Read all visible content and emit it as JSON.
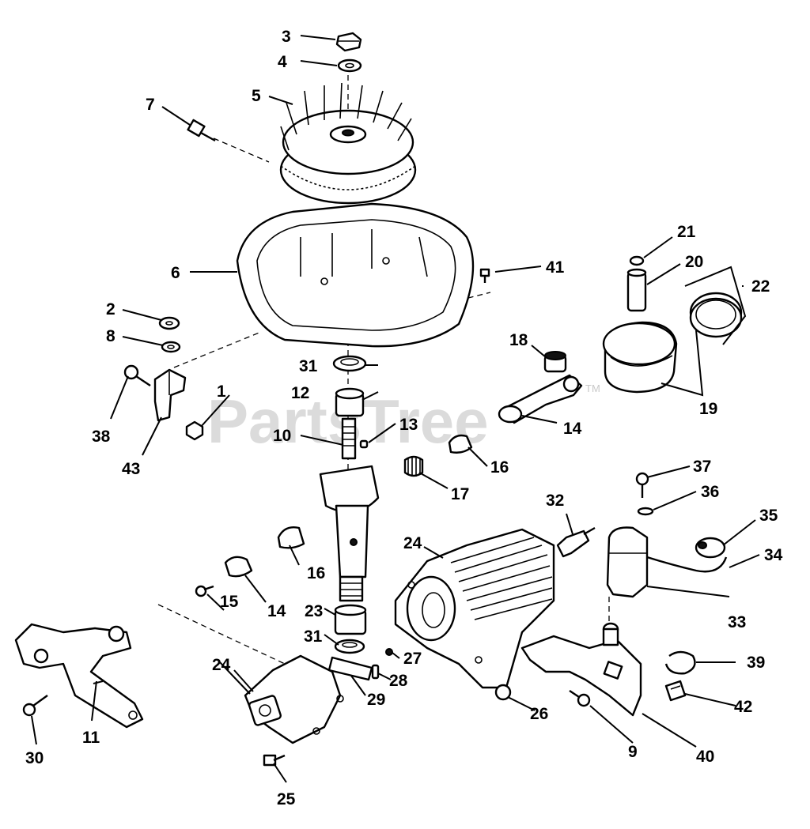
{
  "watermark": {
    "text": "PartsTree",
    "trademark": "TM"
  },
  "callouts": [
    {
      "label": "1"
    },
    {
      "label": "2"
    },
    {
      "label": "3"
    },
    {
      "label": "4"
    },
    {
      "label": "5"
    },
    {
      "label": "6"
    },
    {
      "label": "7"
    },
    {
      "label": "8"
    },
    {
      "label": "9"
    },
    {
      "label": "10"
    },
    {
      "label": "11"
    },
    {
      "label": "12"
    },
    {
      "label": "13"
    },
    {
      "label": "14"
    },
    {
      "label": "14"
    },
    {
      "label": "14"
    },
    {
      "label": "15"
    },
    {
      "label": "16"
    },
    {
      "label": "16"
    },
    {
      "label": "17"
    },
    {
      "label": "18"
    },
    {
      "label": "19"
    },
    {
      "label": "20"
    },
    {
      "label": "21"
    },
    {
      "label": "22"
    },
    {
      "label": "23"
    },
    {
      "label": "24"
    },
    {
      "label": "24"
    },
    {
      "label": "25"
    },
    {
      "label": "26"
    },
    {
      "label": "27"
    },
    {
      "label": "28"
    },
    {
      "label": "29"
    },
    {
      "label": "30"
    },
    {
      "label": "31"
    },
    {
      "label": "31"
    },
    {
      "label": "32"
    },
    {
      "label": "33"
    },
    {
      "label": "34"
    },
    {
      "label": "35"
    },
    {
      "label": "36"
    },
    {
      "label": "37"
    },
    {
      "label": "38"
    },
    {
      "label": "39"
    },
    {
      "label": "40"
    },
    {
      "label": "41"
    },
    {
      "label": "42"
    },
    {
      "label": "43"
    }
  ]
}
